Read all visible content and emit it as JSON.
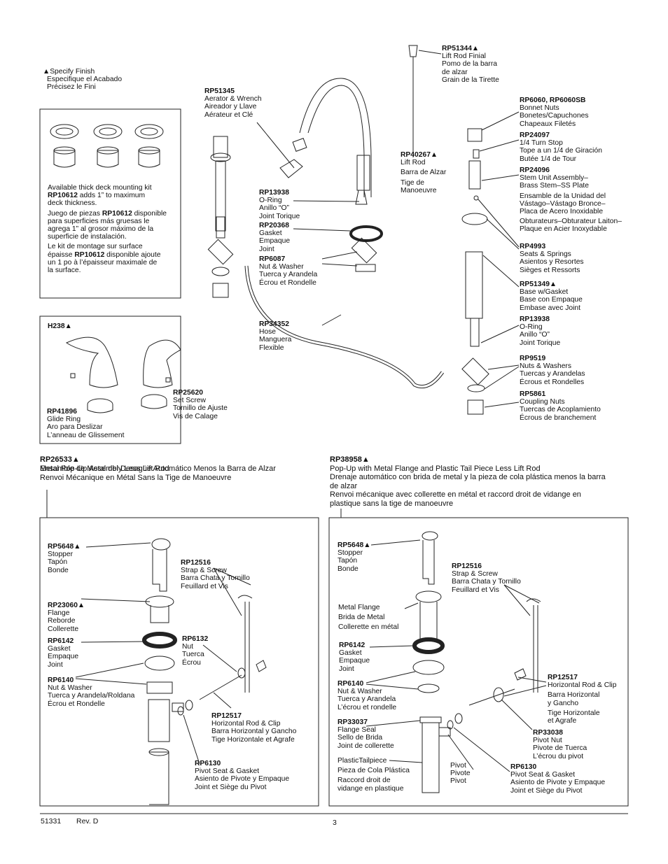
{
  "specify": [
    "▲Specify Finish",
    "Especifique el Acabado",
    "Précisez le Fini"
  ],
  "deck_kit": {
    "en_pre": "Available thick deck mounting kit",
    "en_code": "RP10612",
    "en_post": " adds 1” to maximum",
    "en_tail": "deck thickness.",
    "es_pre": "Juego de piezas ",
    "es_code": "RP10612",
    "es_post": " disponible",
    "es_l2": "para superficies más gruesas le",
    "es_l3": "agrega 1” al grosor máximo de la",
    "es_l4": "superficie de instalación.",
    "fr_l1": "Le kit de montage sur surface",
    "fr_pre": "épaisse ",
    "fr_code": "RP10612",
    "fr_post": " disponible ajoute",
    "fr_l3": "un 1 po à l’épaisseur maximale de",
    "fr_l4": "la surface."
  },
  "parts": {
    "rp51345": {
      "code": "RP51345",
      "l": [
        "Aerator & Wrench",
        "Aireador y Llave",
        "Aérateur et Clé"
      ]
    },
    "rp51344": {
      "code": "RP51344▲",
      "l": [
        "Lift Rod Finial",
        "Pomo de la barra",
        "de alzar",
        "Grain de la Tirette"
      ]
    },
    "rp6060": {
      "code": "RP6060, RP6060SB",
      "l": [
        "Bonnet Nuts",
        "Bonetes/Capuchones",
        "Chapeaux Filetés"
      ]
    },
    "rp24097": {
      "code": "RP24097",
      "l": [
        "1/4 Turn Stop",
        "Tope a un 1/4 de Giración",
        "Butée 1/4 de Tour"
      ]
    },
    "rp40267": {
      "code": "RP40267▲",
      "l": [
        "Lift Rod",
        "Barra de Alzar",
        "Tige de",
        "Manoeuvre"
      ]
    },
    "rp24096": {
      "code": "RP24096",
      "l": [
        "Stem Unit Assembly–",
        "Brass Stem–SS Plate",
        "Ensamble de la Unidad del",
        "Vástago–Vástago Bronce–",
        "Placa de Acero Inoxidable",
        "Obturateurs–Obturateur Laiton–",
        "Plaque en Acier Inoxydable"
      ]
    },
    "rp13938a": {
      "code": "RP13938",
      "l": [
        "O-Ring",
        "Anillo “O”",
        "Joint Torique"
      ]
    },
    "rp20368": {
      "code": "RP20368",
      "l": [
        "Gasket",
        "Empaque",
        "Joint"
      ]
    },
    "rp6087": {
      "code": "RP6087",
      "l": [
        "Nut & Washer",
        "Tuerca y Arandela",
        "Écrou et Rondelle"
      ]
    },
    "rp4993": {
      "code": "RP4993",
      "l": [
        "Seats & Springs",
        "Asientos y Resortes",
        "Sièges et Ressorts"
      ]
    },
    "rp51349": {
      "code": "RP51349▲",
      "l": [
        "Base w/Gasket",
        "Base con Empaque",
        "Embase avec Joint"
      ]
    },
    "rp34352": {
      "code": "RP34352",
      "l": [
        "Hose",
        "Manguera",
        "Flexible"
      ]
    },
    "rp13938b": {
      "code": "RP13938",
      "l": [
        "O-Ring",
        "Anillo “O”",
        "Joint Torique"
      ]
    },
    "rp9519": {
      "code": "RP9519",
      "l": [
        "Nuts & Washers",
        "Tuercas y Arandelas",
        "Écrous et Rondelles"
      ]
    },
    "rp5861": {
      "code": "RP5861",
      "l": [
        "Coupling Nuts",
        "Tuercas de Acoplamiento",
        "Écrous de branchement"
      ]
    },
    "h238": {
      "code": "H238▲"
    },
    "rp25620": {
      "code": "RP25620",
      "l": [
        "Set Screw",
        "Tornillo de Ajuste",
        "Vis de Calage"
      ]
    },
    "rp41896": {
      "code": "RP41896",
      "l": [
        "Glide Ring",
        "Aro para Deslizar",
        "L’anneau de Glissement"
      ]
    }
  },
  "rp26533": {
    "code": "RP26533▲",
    "l": [
      "Metal Pop-Up Assembly Less Lift Rod",
      "Ensamble de Metal del Desagüe Automático Menos la Barra de Alzar",
      "Renvoi Mécanique en Métal Sans la Tige de Manoeuvre"
    ]
  },
  "rp38958": {
    "code": "RP38958▲",
    "l": [
      "Pop-Up with Metal Flange and Plastic Tail Piece Less Lift Rod",
      "Drenaje automático con brida de metal y la pieza de cola plástica menos la barra",
      "de alzar",
      "Renvoi mécanique avec collerette en métal et raccord droit de vidange en",
      "plastique sans la tige de manoeuvre"
    ]
  },
  "left_popup": {
    "rp5648": {
      "code": "RP5648▲",
      "l": [
        "Stopper",
        "Tapón",
        "Bonde"
      ]
    },
    "rp23060": {
      "code": "RP23060▲",
      "l": [
        "Flange",
        "Reborde",
        "Collerette"
      ]
    },
    "rp6142": {
      "code": "RP6142",
      "l": [
        "Gasket",
        "Empaque",
        "Joint"
      ]
    },
    "rp6140": {
      "code": "RP6140",
      "l": [
        "Nut & Washer",
        "Tuerca y Arandela/Roldana",
        "Écrou et Rondelle"
      ]
    },
    "rp12516": {
      "code": "RP12516",
      "l": [
        "Strap & Screw",
        "Barra Chata y Tornillo",
        "Feuillard et Vis"
      ]
    },
    "rp6132": {
      "code": "RP6132",
      "l": [
        "Nut",
        "Tuerca",
        "Écrou"
      ]
    },
    "rp12517": {
      "code": "RP12517",
      "l": [
        "Horizontal Rod & Clip",
        "Barra Horizontal y Gancho",
        "Tige Horizontale et Agrafe"
      ]
    },
    "rp6130": {
      "code": "RP6130",
      "l": [
        "Pivot Seat & Gasket",
        "Asiento de Pivote y Empaque",
        "Joint et Siège du Pivot"
      ]
    }
  },
  "right_popup": {
    "rp5648": {
      "code": "RP5648▲",
      "l": [
        "Stopper",
        "Tapón",
        "Bonde"
      ]
    },
    "rp12516": {
      "code": "RP12516",
      "l": [
        "Strap & Screw",
        "Barra Chata y Tornillo",
        "Feuillard et Vis"
      ]
    },
    "metal_flange": [
      "Metal Flange",
      "Brida de Metal",
      "Collerette en métal"
    ],
    "rp6142": {
      "code": "RP6142",
      "l": [
        "Gasket",
        "Empaque",
        "Joint"
      ]
    },
    "rp6140": {
      "code": "RP6140",
      "l": [
        "Nut & Washer",
        "Tuerca y Arandela",
        "L’écrou et rondelle"
      ]
    },
    "rp12517": {
      "code": "RP12517",
      "l": [
        "Horizontal Rod & Clip",
        "Barra Horizontal",
        "y Gancho",
        "Tige Horizontale",
        "et Agrafe"
      ]
    },
    "rp33037": {
      "code": "RP33037",
      "l": [
        "Flange Seal",
        "Sello de Brida",
        "Joint de collerette"
      ]
    },
    "rp33038": {
      "code": "RP33038",
      "l": [
        "Pivot Nut",
        "Pivote de Tuerca",
        "L’écrou du pivot"
      ]
    },
    "plastic_tail": [
      "PlasticTailpiece",
      "Pieza de Cola Plástica",
      "Raccord droit de",
      "vidange en plastique"
    ],
    "pivot": [
      "Pivot",
      "Pivote",
      "Pivot"
    ],
    "rp6130": {
      "code": "RP6130",
      "l": [
        "Pivot Seat & Gasket",
        "Asiento de Pivote y Empaque",
        "Joint et Siège du Pivot"
      ]
    }
  },
  "footer": {
    "doc": "51331",
    "rev": "Rev. D",
    "page": "3"
  }
}
